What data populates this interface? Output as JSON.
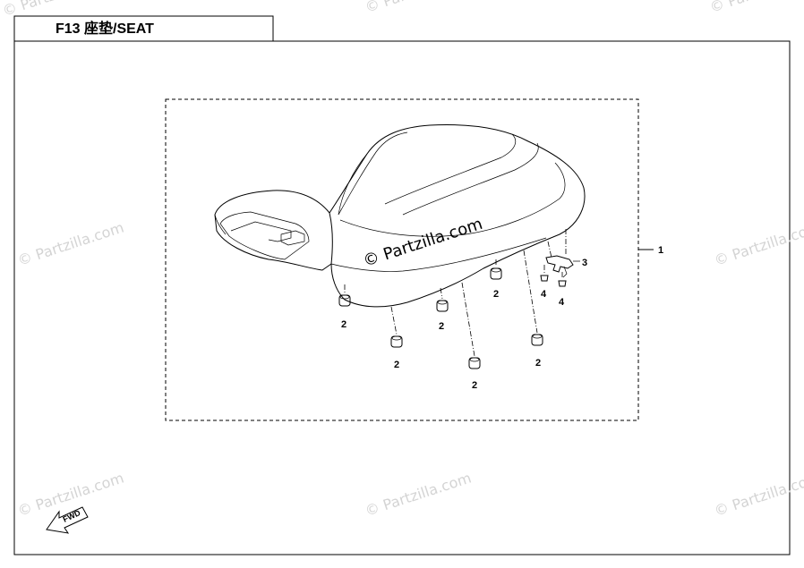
{
  "diagram": {
    "title": "F13 座垫/SEAT",
    "watermark": "© Partzilla.com",
    "watermark_center": "© Partzilla.com",
    "fwd_label": "FWD",
    "callouts": {
      "assembly": "1",
      "damper": "2",
      "latch": "3",
      "screw": "4"
    }
  }
}
